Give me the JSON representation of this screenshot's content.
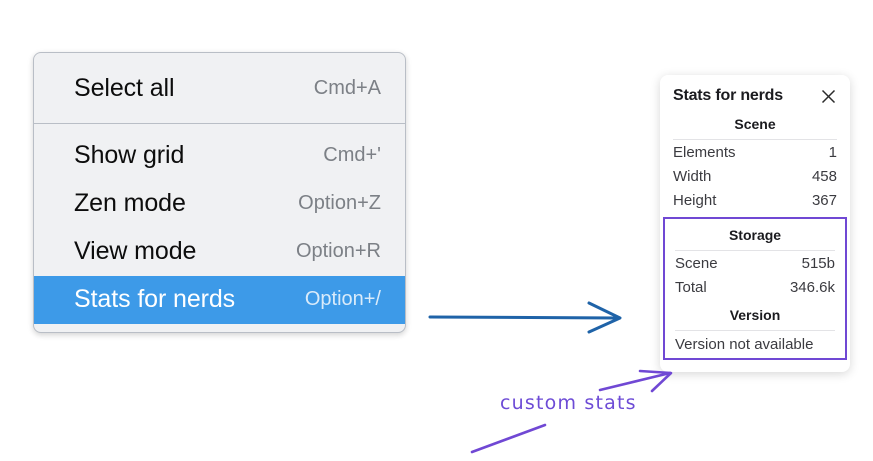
{
  "context_menu": {
    "groups": [
      {
        "items": [
          {
            "label": "Select all",
            "shortcut": "Cmd+A",
            "selected": false
          }
        ]
      },
      {
        "items": [
          {
            "label": "Show grid",
            "shortcut": "Cmd+'",
            "selected": false
          },
          {
            "label": "Zen mode",
            "shortcut": "Option+Z",
            "selected": false
          },
          {
            "label": "View mode",
            "shortcut": "Option+R",
            "selected": false
          },
          {
            "label": "Stats for nerds",
            "shortcut": "Option+/",
            "selected": true
          }
        ]
      }
    ],
    "highlight_color": "#3d9ae8"
  },
  "stats_panel": {
    "title": "Stats for nerds",
    "close_icon": "close-icon",
    "sections": [
      {
        "heading": "Scene",
        "rows": [
          {
            "key": "Elements",
            "value": "1"
          },
          {
            "key": "Width",
            "value": "458"
          },
          {
            "key": "Height",
            "value": "367"
          }
        ]
      },
      {
        "heading": "Storage",
        "rows": [
          {
            "key": "Scene",
            "value": "515b"
          },
          {
            "key": "Total",
            "value": "346.6k"
          }
        ]
      },
      {
        "heading": "Version",
        "text": "Version not available"
      }
    ],
    "highlight_border_color": "#7048d4"
  },
  "annotations": {
    "blue_arrow": {
      "color": "#1f63a8",
      "direction": "right"
    },
    "purple_note": {
      "text": "custom stats",
      "color": "#6d4bd6"
    },
    "purple_arrow": {
      "color": "#7048d4",
      "direction": "up-right"
    },
    "purple_underline": {
      "color": "#7048d4"
    }
  }
}
